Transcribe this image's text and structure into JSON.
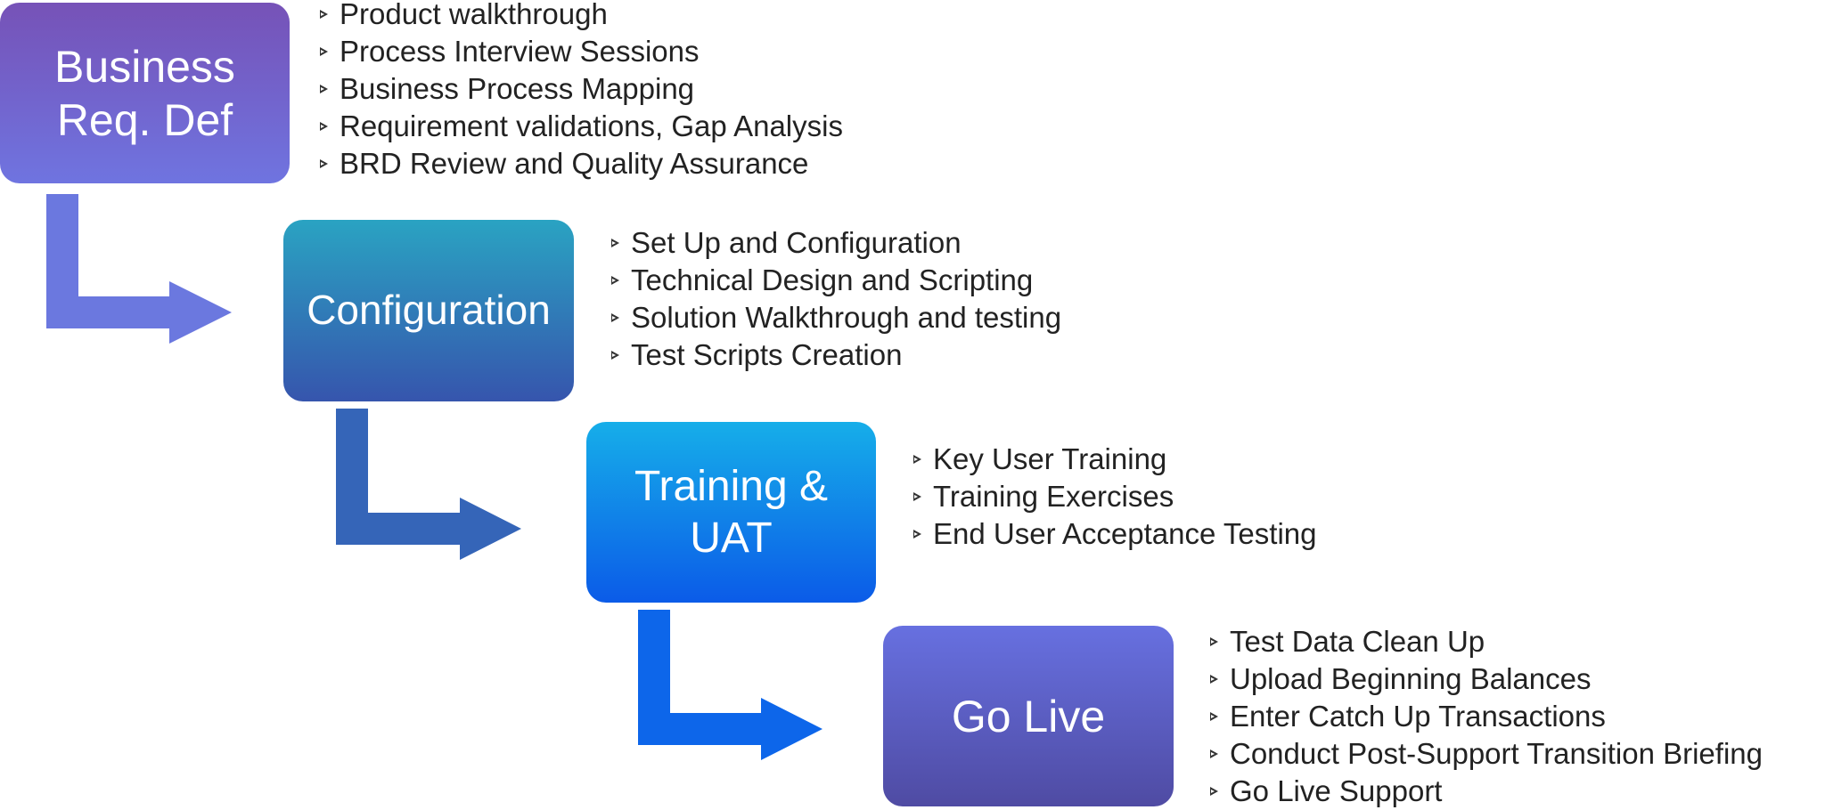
{
  "diagram": {
    "stages": [
      {
        "title": "Business\nReq. Def",
        "color": "#6f62c9",
        "items": [
          "Product walkthrough",
          "Process Interview Sessions",
          "Business Process Mapping",
          "Requirement validations, Gap Analysis",
          "BRD Review and Quality Assurance"
        ]
      },
      {
        "title": "Configuration",
        "color": "#2f7bb8",
        "items": [
          "Set Up and Configuration",
          "Technical Design and Scripting",
          "Solution Walkthrough and testing",
          "Test Scripts Creation"
        ]
      },
      {
        "title": "Training &\nUAT",
        "color": "#0e86e9",
        "items": [
          "Key User Training",
          "Training Exercises",
          "End User Acceptance Testing"
        ]
      },
      {
        "title": "Go Live",
        "color": "#5c5fc6",
        "items": [
          "Test Data Clean Up",
          "Upload Beginning Balances",
          "Enter Catch Up Transactions",
          "Conduct Post-Support Transition Briefing",
          "Go Live Support"
        ]
      }
    ],
    "arrow_colors": [
      "#6b78df",
      "#3565b8",
      "#0d66ea"
    ],
    "bullet_icon": "triangle-right-icon"
  }
}
